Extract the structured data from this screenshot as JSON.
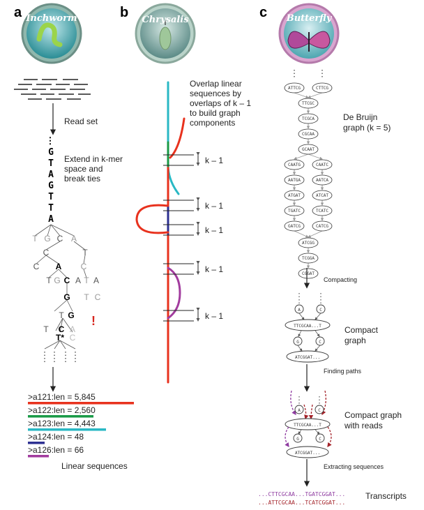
{
  "panels": {
    "a": "a",
    "b": "b",
    "c": "c"
  },
  "logos": {
    "a": "Inchworm",
    "b": "Chrysalis",
    "c": "Butterfly"
  },
  "panel_a": {
    "read_set": "Read set",
    "extend_1": "Extend in k-mer",
    "extend_2": "space and",
    "extend_3": "break ties",
    "sequences": [
      {
        "label": ">a121:len = 5,845",
        "color": "#e8321e"
      },
      {
        "label": ">a122:len = 2,560",
        "color": "#1a9a47"
      },
      {
        "label": ">a123:len = 4,443",
        "color": "#29b8c4"
      },
      {
        "label": ">a124:len = 48",
        "color": "#2e3192"
      },
      {
        "label": ">a126:len = 66",
        "color": "#a23c9e"
      }
    ],
    "linear_sequences": "Linear sequences"
  },
  "panel_b": {
    "desc_1": "Overlap linear",
    "desc_2": "sequences by",
    "desc_3": "overlaps of k – 1",
    "desc_4": "to build graph",
    "desc_5": "components",
    "overlap_label": "k – 1"
  },
  "panel_c": {
    "debruijn_1": "De Bruijn",
    "debruijn_2": "graph (k = 5)",
    "nodes": [
      "ATTCG",
      "CTTCG",
      "TTCGC",
      "TCGCA",
      "CGCAA",
      "GCAAT",
      "CAATG",
      "CAATC",
      "AATGA",
      "AATCA",
      "ATGAT",
      "ATCAT",
      "TGATC",
      "TCATC",
      "GATCG",
      "CATCG",
      "ATCGG",
      "TCGGA",
      "CGGAT"
    ],
    "compacting": "Compacting",
    "compact_1": "Compact",
    "compact_2": "graph",
    "node_a": "A",
    "node_c": "C",
    "node_g": "G",
    "compact_node_1": "TTCGCAA...T",
    "compact_node_2": "ATCGGAT...",
    "finding_paths": "Finding paths",
    "reads_1": "Compact graph",
    "reads_2": "with reads",
    "extracting": "Extracting sequences",
    "transcript_1": "...CTTCGCAA...TGATCGGAT...",
    "transcript_2": "...ATTCGCAA...TCATCGGAT...",
    "transcripts": "Transcripts"
  },
  "colors": {
    "red": "#e8321e",
    "green": "#1a9a47",
    "cyan": "#29b8c4",
    "navy": "#2e3192",
    "purple": "#a23c9e",
    "dark_red": "#a4232a",
    "warn": "#d7261e"
  }
}
